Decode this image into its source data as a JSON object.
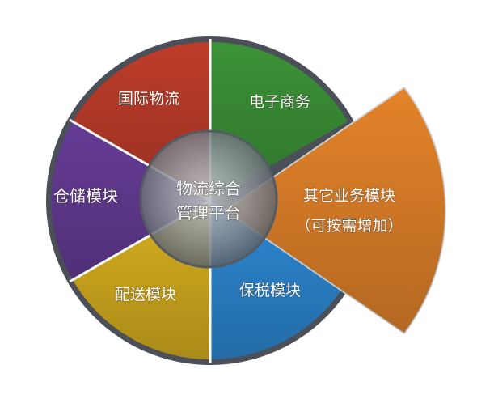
{
  "hub": {
    "line1": "物流综合",
    "line2": "管理平台"
  },
  "segments": {
    "international": {
      "label": "国际物流",
      "color": "#c8402c"
    },
    "ecommerce": {
      "label": "电子商务",
      "color": "#3f9a3a"
    },
    "other": {
      "line1": "其它业务模块",
      "line2": "（可按需增加）",
      "color": "#f08a2c"
    },
    "bonded": {
      "label": "保税模块",
      "color": "#2f8fdd"
    },
    "delivery": {
      "label": "配送模块",
      "color": "#e2b820"
    },
    "warehouse": {
      "label": "仓储模块",
      "color": "#6b3f9e"
    }
  }
}
